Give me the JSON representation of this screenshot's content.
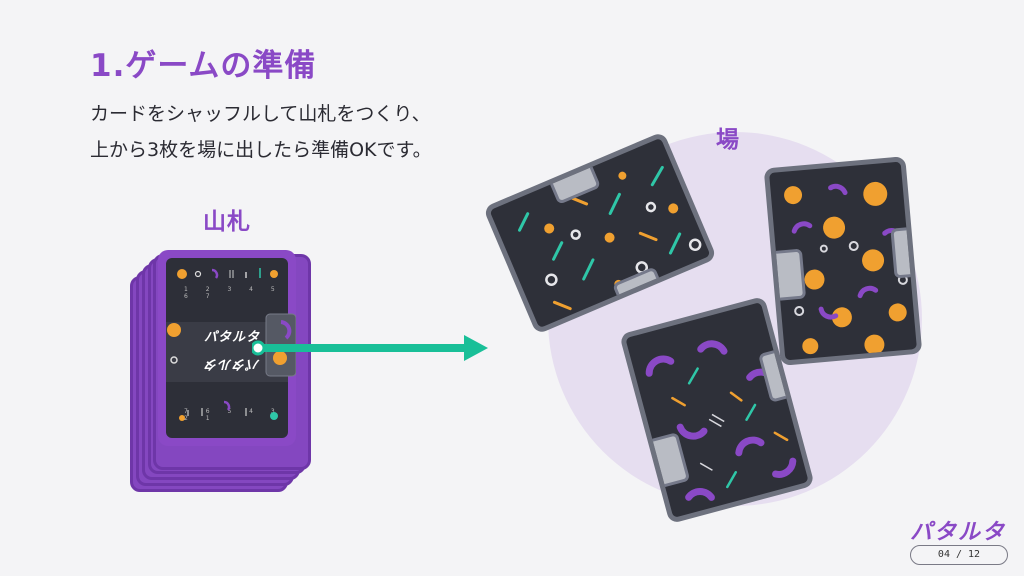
{
  "slide": {
    "title": "1.ゲームの準備",
    "description_lines": [
      "カードをシャッフルして山札をつくり、",
      "上から3枚を場に出したら準備OKです。"
    ],
    "deck_label": "山札",
    "field_label": "場",
    "card_top_numbers": "1 2 3 4 5 6 7",
    "card_bottom_numbers": "7 6 5 4 3 2 1",
    "card_logo": "パタルタ",
    "brand": "パタルタ",
    "page_indicator": "04 / 12"
  },
  "colors": {
    "accent": "#8a49c6",
    "arrow": "#19bf98",
    "field_circle": "#e6def0",
    "card_dark": "#2e3039",
    "orange": "#f0a030",
    "teal": "#2fc7a8"
  }
}
